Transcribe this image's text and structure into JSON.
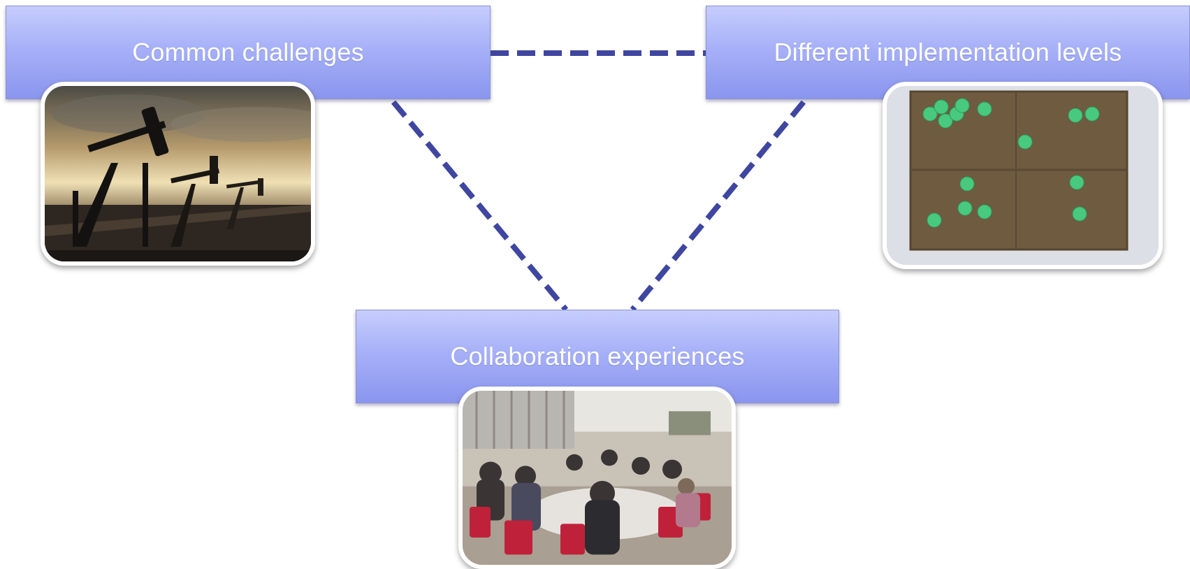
{
  "nodes": {
    "common_challenges": "Common challenges",
    "different_implementation_levels": "Different implementation levels",
    "collaboration_experiences": "Collaboration experiences"
  },
  "images": {
    "oil_pumps": "oil-pumpjacks-at-sunset-photo",
    "board": "board-with-green-sticky-dots-photo",
    "meeting": "group-meeting-round-tables-photo"
  },
  "colors": {
    "box_fill": "#a7b1f8",
    "connector": "#3f46a0",
    "text": "#ffffff"
  }
}
